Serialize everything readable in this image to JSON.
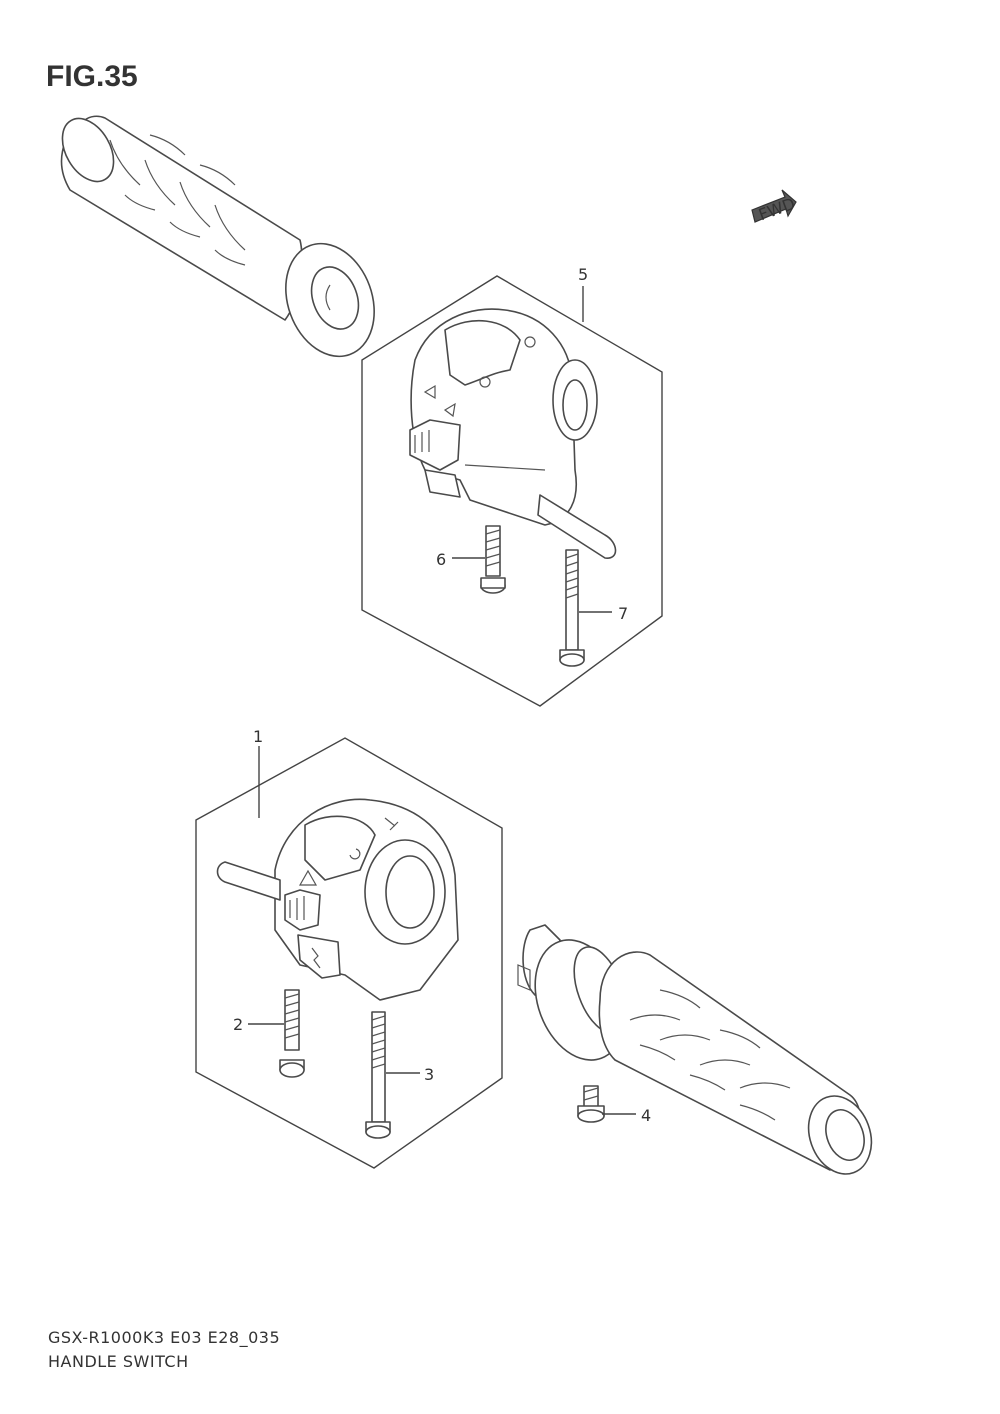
{
  "figure": {
    "title": "FIG.35",
    "fwd_label": "FWD"
  },
  "footer": {
    "model_code": "GSX-R1000K3 E03 E28_035",
    "section_name": "HANDLE SWITCH"
  },
  "callouts": [
    {
      "id": "1",
      "label": "1"
    },
    {
      "id": "2",
      "label": "2"
    },
    {
      "id": "3",
      "label": "3"
    },
    {
      "id": "4",
      "label": "4"
    },
    {
      "id": "5",
      "label": "5"
    },
    {
      "id": "6",
      "label": "6"
    },
    {
      "id": "7",
      "label": "7"
    }
  ],
  "colors": {
    "line": "#4a4a4a",
    "text": "#333333",
    "background": "#ffffff"
  }
}
